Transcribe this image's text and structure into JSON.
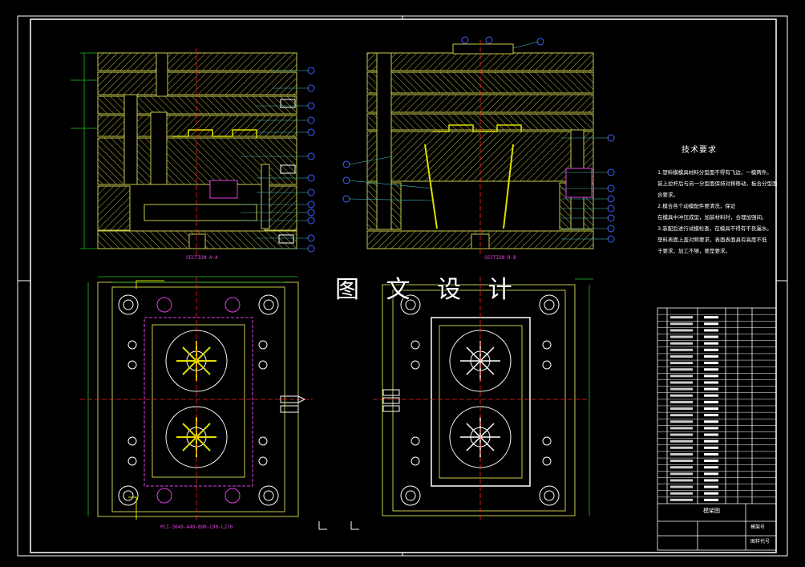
{
  "watermark": "图 文 设 计",
  "tech": {
    "title": "技术要求",
    "lines": [
      "1.塑料模模具材料分型面不得有飞边，一模两件。",
      "装上拉杆后与另一分型面保持对移移动，板合分型面合要求。",
      "2.模合各个动模配件要清洗，保证",
      "在模具中冲压成型，加装材料时，合理加强间。",
      "3.装配后进行试模检查，在模具不得有不良漏水。",
      "塑料表面上盖对称要求，表面表面具有高度不低",
      "于要求，加工不够，要是要求。"
    ]
  },
  "labels": {
    "section_aa": "SECTION A-A",
    "section_bb": "SECTION B-B",
    "mold_base": "PCI-3040-A40-B90-C90-L270"
  },
  "title_block": {
    "title": "模架图",
    "drawing_no": "模架号",
    "scale": "图样代号"
  },
  "colors": {
    "frame": "#ffffff",
    "plate": "#c8c84a",
    "accent_yellow": "#e0e000",
    "magenta": "#e040e0",
    "cyan": "#40c0c0",
    "blue_balloon": "#4060ff",
    "red_center": "#ff2020",
    "green_dim": "#20c020"
  }
}
